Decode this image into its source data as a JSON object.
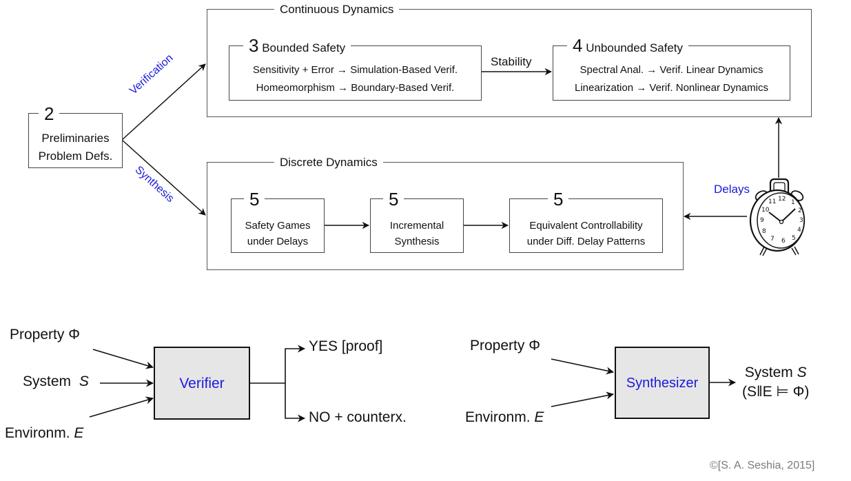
{
  "chapter_overview": {
    "preliminaries": {
      "number": "2",
      "lines": [
        "Preliminaries",
        "Problem Defs."
      ]
    },
    "edges": {
      "verification": "Verification",
      "synthesis": "Synthesis",
      "stability": "Stability",
      "delays": "Delays"
    },
    "continuous_dynamics": {
      "title": "Continuous Dynamics",
      "bounded_safety": {
        "number": "3",
        "title": "Bounded Safety",
        "lines": [
          {
            "from": "Sensitivity + Error",
            "arrow": "→",
            "to": "Simulation-Based Verif."
          },
          {
            "from": "Homeomorphism",
            "arrow": "→",
            "to": "Boundary-Based Verif."
          }
        ]
      },
      "unbounded_safety": {
        "number": "4",
        "title": "Unbounded Safety",
        "lines": [
          {
            "from": "Spectral Anal.",
            "arrow": "→",
            "to": "Verif. Linear Dynamics"
          },
          {
            "from": "Linearization",
            "arrow": "→",
            "to": "Verif. Nonlinear Dynamics"
          }
        ]
      }
    },
    "discrete_dynamics": {
      "title": "Discrete Dynamics",
      "boxes": [
        {
          "number": "5",
          "lines": [
            "Safety Games",
            "under Delays"
          ]
        },
        {
          "number": "5",
          "lines": [
            "Incremental",
            "Synthesis"
          ]
        },
        {
          "number": "5",
          "lines": [
            "Equivalent Controllability",
            "under Diff. Delay Patterns"
          ]
        }
      ]
    },
    "clock_icon": "alarm-clock-icon"
  },
  "verifier_diagram": {
    "inputs": {
      "property": "Property Φ",
      "system_prefix": "System",
      "system_var": "S",
      "environment_prefix": "Environm.",
      "environment_var": "E"
    },
    "block_label": "Verifier",
    "outputs": {
      "yes": "YES [proof]",
      "no": "NO + counterx."
    }
  },
  "synthesizer_diagram": {
    "inputs": {
      "property": "Property Φ",
      "environment_prefix": "Environm.",
      "environment_var": "E"
    },
    "block_label": "Synthesizer",
    "output": {
      "line1_prefix": "System",
      "line1_var": "S",
      "line2": "(S‖E ⊨ Φ)"
    }
  },
  "copyright": "©[S. A. Seshia, 2015]",
  "colors": {
    "accent_blue": "#1a1adb",
    "block_fill": "#e6e6e6",
    "line": "#111111",
    "copyright_gray": "#7a7a7a"
  }
}
